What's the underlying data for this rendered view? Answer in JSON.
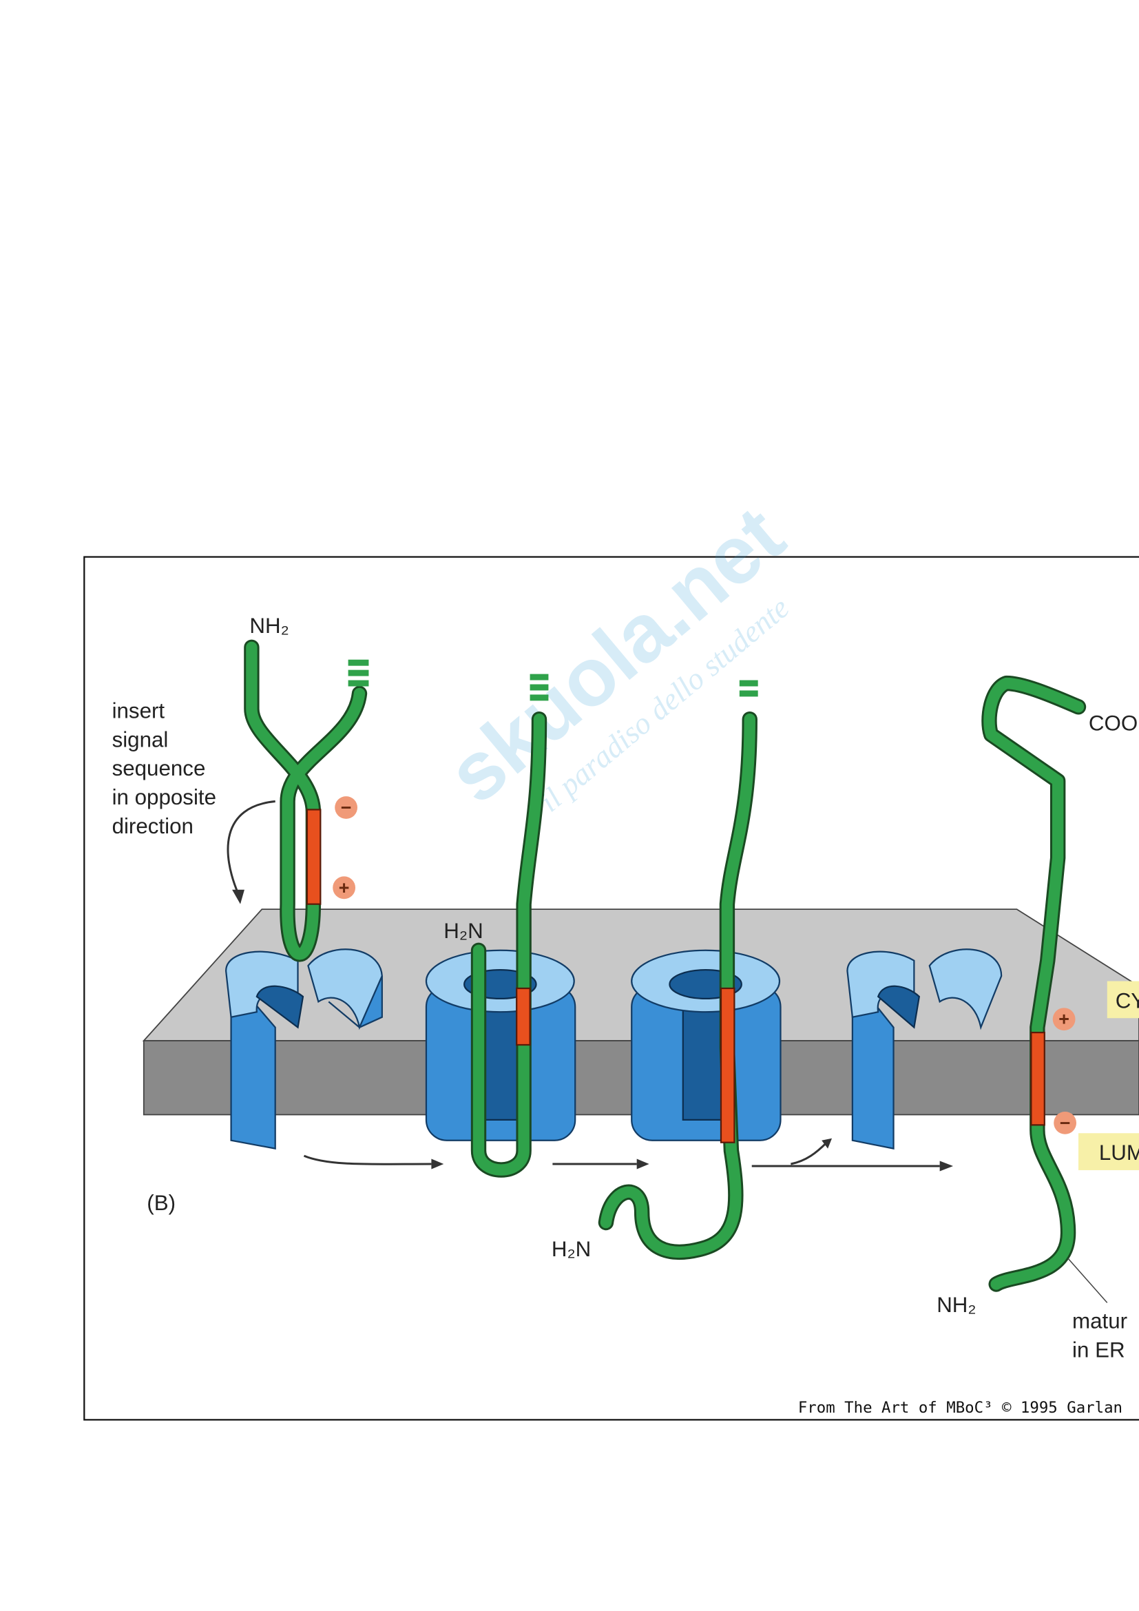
{
  "figure": {
    "panel_label": "(B)",
    "instruction": [
      "insert",
      "signal",
      "sequence",
      "in opposite",
      "direction"
    ],
    "termini": {
      "nh2_top": "NH₂",
      "h2n_step2": "H₂N",
      "h2n_step3": "H₂N",
      "cooh": "COO",
      "nh2_final": "NH₂"
    },
    "compartments": {
      "cytosol": "CY",
      "lumen": "LUM"
    },
    "mature_label": [
      "matur",
      "in ER"
    ],
    "charges": {
      "plus": "+",
      "minus": "−"
    },
    "credit": "From The Art of MBoC³ © 1995 Garlan"
  },
  "watermark": {
    "brand": "skuola.net",
    "tagline": "il paradiso dello studente"
  },
  "colors": {
    "chain": "#2fa24a",
    "signal": "#e8501e",
    "translocon": "#3a8fd6",
    "membrane": "#8a8a8a"
  }
}
